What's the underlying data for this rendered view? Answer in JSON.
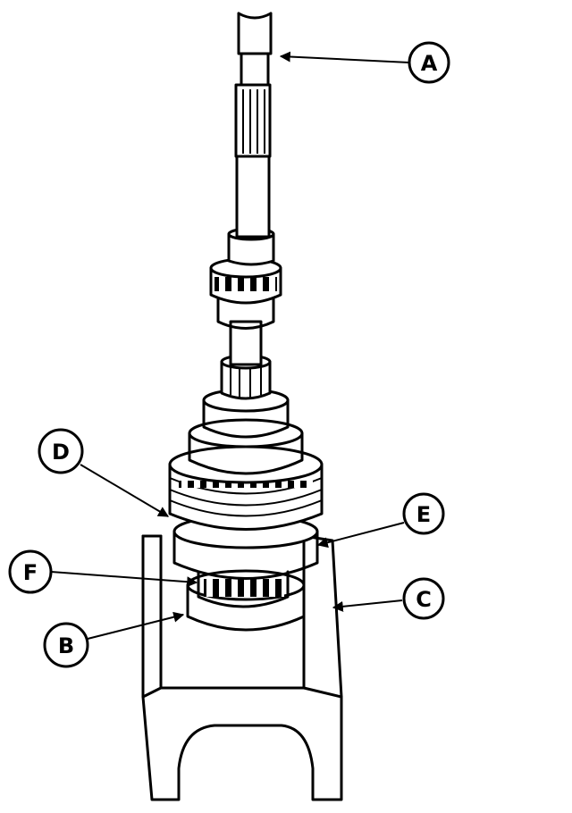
{
  "callouts": [
    {
      "id": "A",
      "label": "A"
    },
    {
      "id": "B",
      "label": "B"
    },
    {
      "id": "C",
      "label": "C"
    },
    {
      "id": "D",
      "label": "D"
    },
    {
      "id": "E",
      "label": "E"
    },
    {
      "id": "F",
      "label": "F"
    }
  ]
}
